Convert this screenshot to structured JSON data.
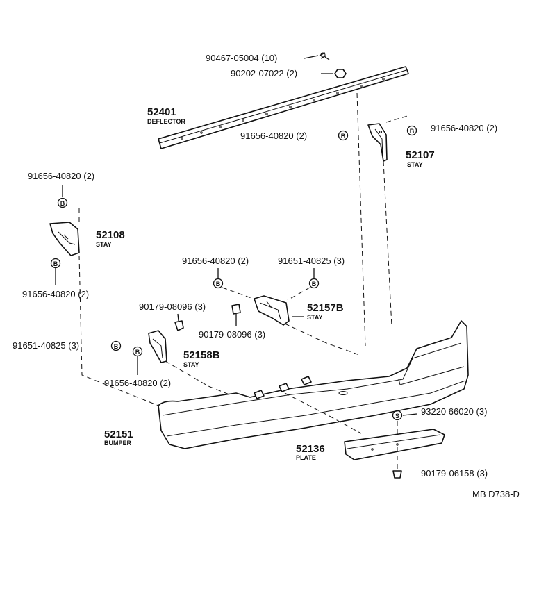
{
  "diagram_code": "MB D738-D",
  "parts": {
    "deflector": {
      "number": "52401",
      "name": "DEFLECTOR"
    },
    "stay_52107": {
      "number": "52107",
      "name": "STAY"
    },
    "stay_52108": {
      "number": "52108",
      "name": "STAY"
    },
    "stay_52157b": {
      "number": "52157B",
      "name": "STAY"
    },
    "stay_52158b": {
      "number": "52158B",
      "name": "STAY"
    },
    "bumper": {
      "number": "52151",
      "name": "BUMPER"
    },
    "plate": {
      "number": "52136",
      "name": "PLATE"
    }
  },
  "fasteners": {
    "screw_90467": "90467-05004 (10)",
    "nut_90202": "90202-07022 (2)",
    "bolt_deflector": "91656-40820 (2)",
    "bolt_right_stay": "91656-40820 (2)",
    "bolt_left_stay_top": "91656-40820 (2)",
    "bolt_left_stay_bottom": "91656-40820 (2)",
    "bolt_center_a": "91656-40820 (2)",
    "bolt_center_b": "91651-40825 (3)",
    "clip_90179_a": "90179-08096 (3)",
    "clip_90179_b": "90179-08096 (3)",
    "bolt_left_stay_b": "91651-40825 (3)",
    "bolt_stay_52158b": "91656-40820 (2)",
    "screw_93220": "93220 66020 (3)",
    "nut_90179_plate": "90179-06158 (3)"
  },
  "symbols": {
    "bolt": "B",
    "screw": "S"
  }
}
